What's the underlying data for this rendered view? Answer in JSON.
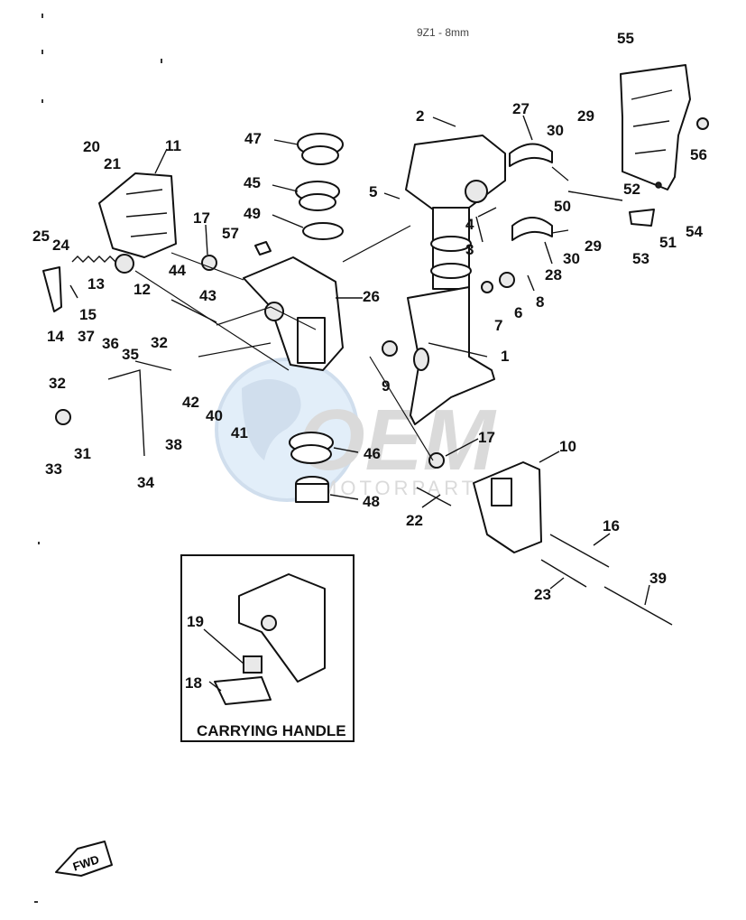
{
  "header_note": "9Z1 - 8mm",
  "callouts": [
    "1",
    "2",
    "3",
    "4",
    "5",
    "6",
    "7",
    "8",
    "9",
    "10",
    "11",
    "12",
    "13",
    "14",
    "15",
    "16",
    "17",
    "17",
    "18",
    "19",
    "20",
    "21",
    "22",
    "23",
    "24",
    "25",
    "26",
    "27",
    "28",
    "29",
    "29",
    "30",
    "30",
    "31",
    "32",
    "32",
    "33",
    "34",
    "35",
    "36",
    "37",
    "38",
    "39",
    "40",
    "41",
    "42",
    "43",
    "44",
    "45",
    "46",
    "47",
    "48",
    "49",
    "50",
    "51",
    "52",
    "53",
    "54",
    "55",
    "56",
    "57"
  ],
  "inset": {
    "caption": "CARRYING HANDLE"
  },
  "direction_label": "FWD",
  "watermark": {
    "brand": "OEM",
    "subtitle": "MOTORPARTS"
  }
}
